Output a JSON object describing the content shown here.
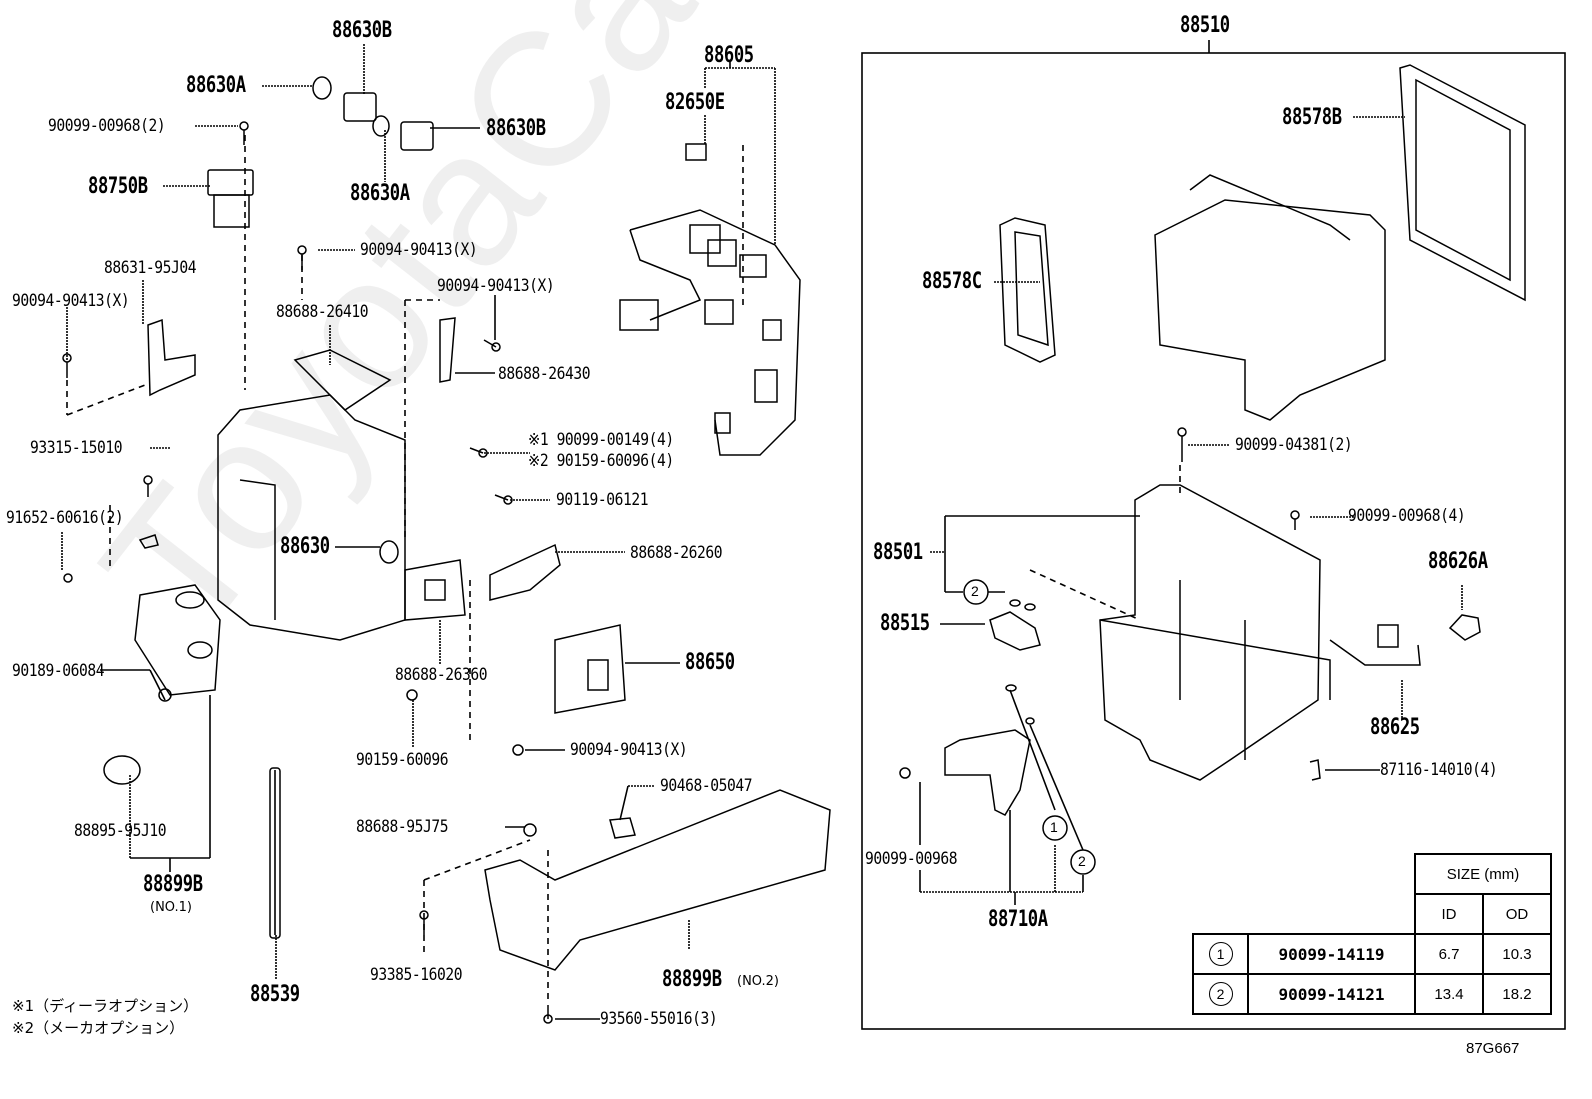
{
  "diagram_title": "",
  "figure_number": "87G667",
  "watermark": "ToyotaCarMiami.ru",
  "labels": {
    "p88630B_top": "88630B",
    "p88630A_left": "88630A",
    "p88630B_right": "88630B",
    "p88630A_bottom": "88630A",
    "p90099_00968_2": "90099-00968(2)",
    "p88750B": "88750B",
    "p90094_90413_a": "90094-90413(X)",
    "p88631_95J04": "88631-95J04",
    "p90094_90413_b": "90094-90413(X)",
    "p90094_90413_c": "90094-90413(X)",
    "p88688_26410": "88688-26410",
    "p88688_26430": "88688-26430",
    "p93315_15010": "93315-15010",
    "p90099_00149": "※1 90099-00149(4)",
    "p90159_60096_4": "※2 90159-60096(4)",
    "p90119_06121": "90119-06121",
    "p91652_60616": "91652-60616(2)",
    "p88630": "88630",
    "p88688_26260": "88688-26260",
    "p88688_26360": "88688-26360",
    "p88650": "88650",
    "p90189_06084": "90189-06084",
    "p90159_60096": "90159-60096",
    "p90094_90413_d": "90094-90413(X)",
    "p90468_05047": "90468-05047",
    "p88895_95J10": "88895-95J10",
    "p88688_95J75": "88688-95J75",
    "p88899B_1": "88899B",
    "p88899B_1_sub": "(NO.1)",
    "p88539": "88539",
    "p93385_16020": "93385-16020",
    "p88899B_2": "88899B",
    "p88899B_2_sub": "(NO.2)",
    "p93560_55016": "93560-55016(3)",
    "p88605": "88605",
    "p82650E": "82650E",
    "p88510": "88510",
    "p88578B": "88578B",
    "p88578C": "88578C",
    "p90099_04381": "90099-04381(2)",
    "p90099_00968_4": "90099-00968(4)",
    "p88501": "88501",
    "p88626A": "88626A",
    "p88515": "88515",
    "p88625": "88625",
    "p87116_14010": "87116-14010(4)",
    "p90099_00968": "90099-00968",
    "p88710A": "88710A",
    "circle1": "1",
    "circle2": "2",
    "circle2b": "2"
  },
  "notes": [
    "※1（ディーラオプション）",
    "※2（メーカオプション）"
  ],
  "size_table": {
    "header": "SIZE (mm)",
    "col_id": "ID",
    "col_od": "OD",
    "rows": [
      {
        "mark": "1",
        "part": "90099-14119",
        "id": "6.7",
        "od": "10.3"
      },
      {
        "mark": "2",
        "part": "90099-14121",
        "id": "13.4",
        "od": "18.2"
      }
    ]
  }
}
